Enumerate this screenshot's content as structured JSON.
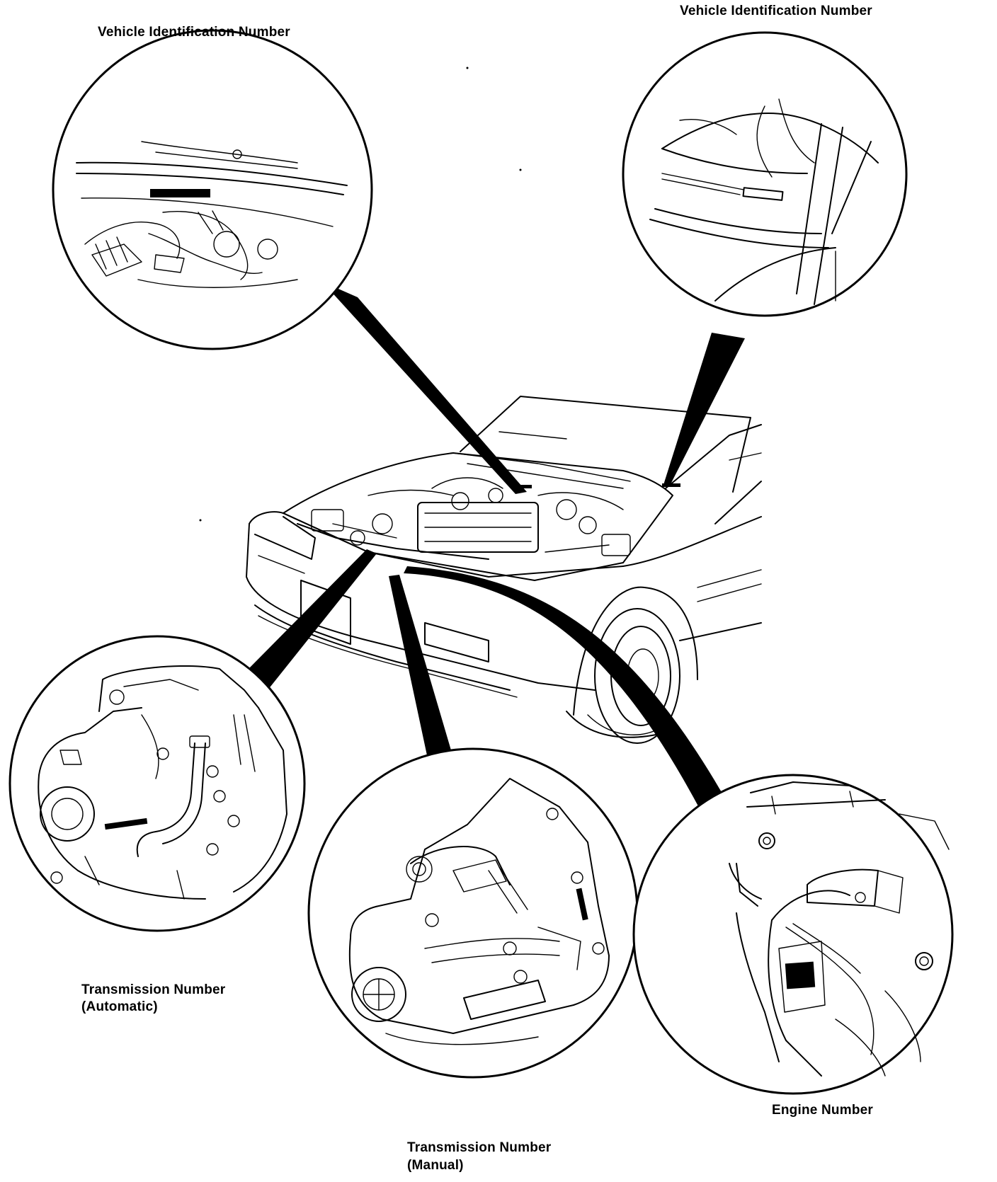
{
  "labels": {
    "vin_left": "Vehicle Identification Number",
    "vin_right": "Vehicle Identification Number",
    "trans_auto_line1": "Transmission Number",
    "trans_auto_line2": "(Automatic)",
    "trans_manual_line1": "Transmission Number",
    "trans_manual_line2": "(Manual)",
    "engine": "Engine Number"
  },
  "colors": {
    "ink": "#000000",
    "paper": "#ffffff"
  }
}
